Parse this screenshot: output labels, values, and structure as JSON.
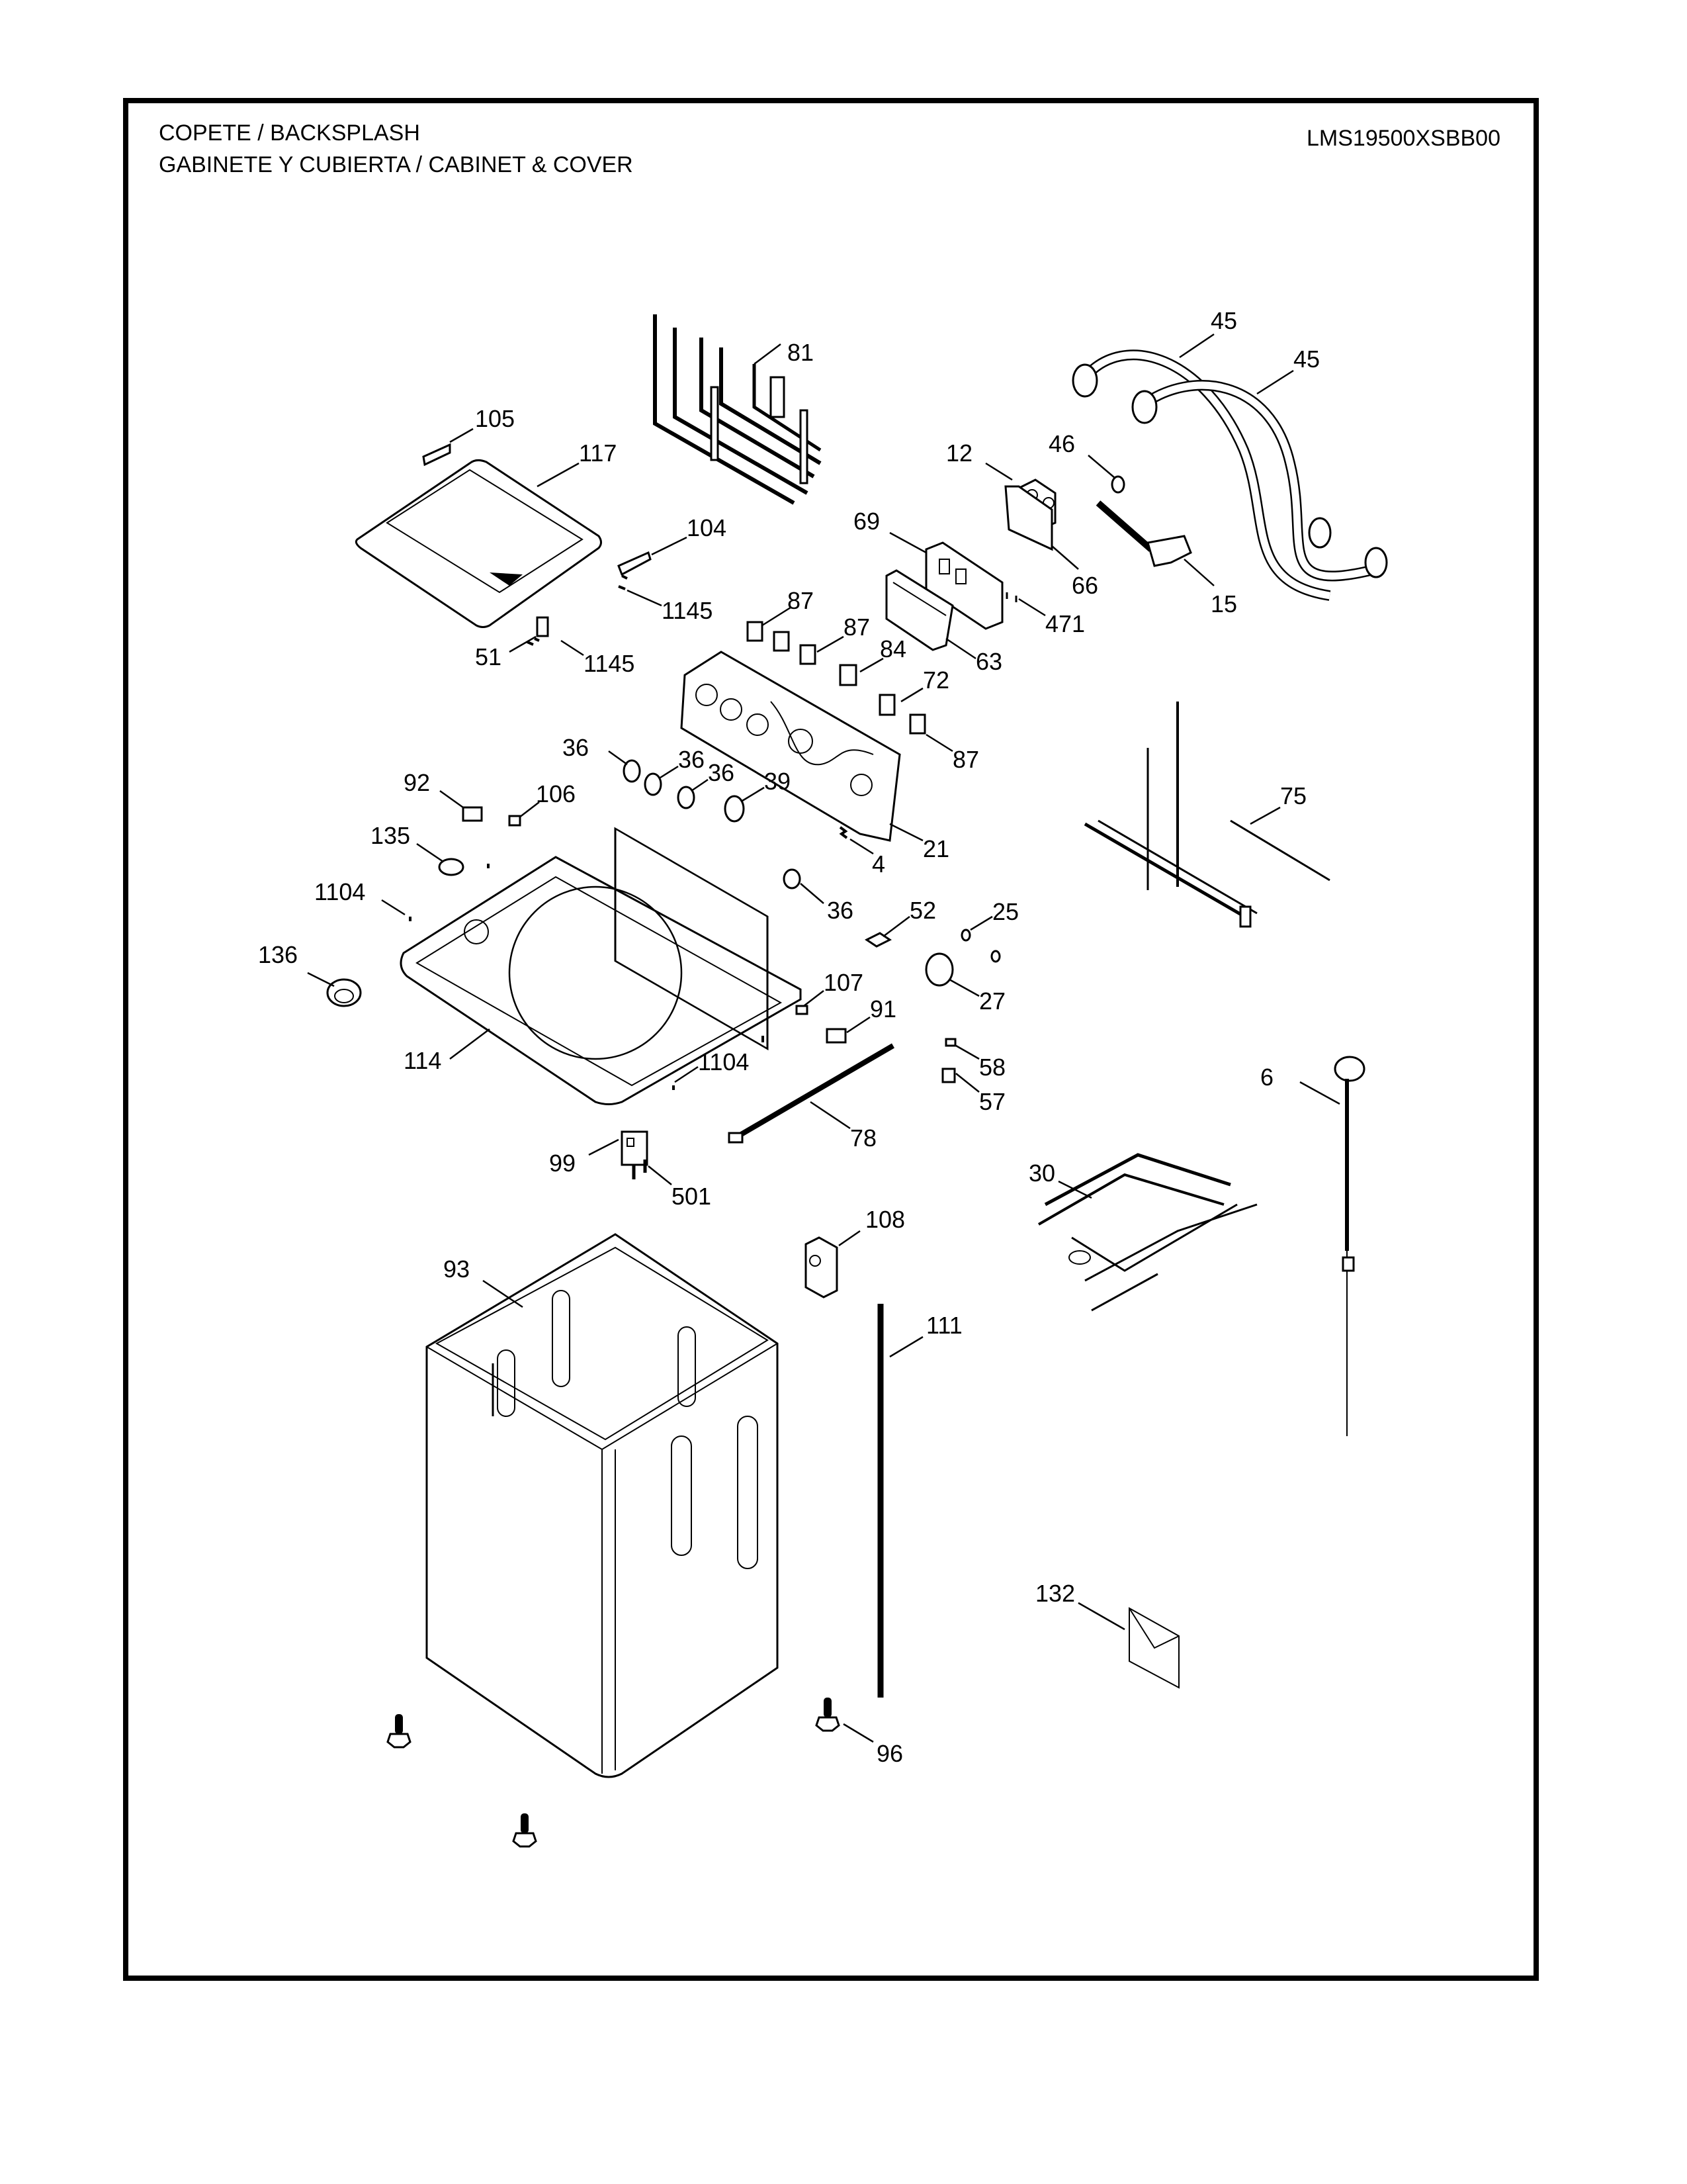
{
  "header": {
    "title_line1": "COPETE / BACKSPLASH",
    "title_line2": "GABINETE Y CUBIERTA / CABINET & COVER",
    "model_number": "LMS19500XSBB00"
  },
  "callouts": {
    "p81": "81",
    "p45a": "45",
    "p45b": "45",
    "p105": "105",
    "p117": "117",
    "p12": "12",
    "p46": "46",
    "p104": "104",
    "p69": "69",
    "p66": "66",
    "p1145a": "1145",
    "p87a": "87",
    "p87b": "87",
    "p471": "471",
    "p15": "15",
    "p51": "51",
    "p1145b": "1145",
    "p84": "84",
    "p63": "63",
    "p72": "72",
    "p36a": "36",
    "p36b": "36",
    "p36c": "36",
    "p87c": "87",
    "p39": "39",
    "p92": "92",
    "p106": "106",
    "p75": "75",
    "p135": "135",
    "p21": "21",
    "p4": "4",
    "p1104a": "1104",
    "p36d": "36",
    "p52": "52",
    "p25": "25",
    "p136": "136",
    "p27": "27",
    "p107": "107",
    "p91": "91",
    "p114": "114",
    "p1104b": "1104",
    "p58": "58",
    "p6": "6",
    "p57": "57",
    "p78": "78",
    "p99": "99",
    "p501": "501",
    "p30": "30",
    "p108": "108",
    "p93": "93",
    "p111": "111",
    "p132": "132",
    "p96": "96"
  }
}
